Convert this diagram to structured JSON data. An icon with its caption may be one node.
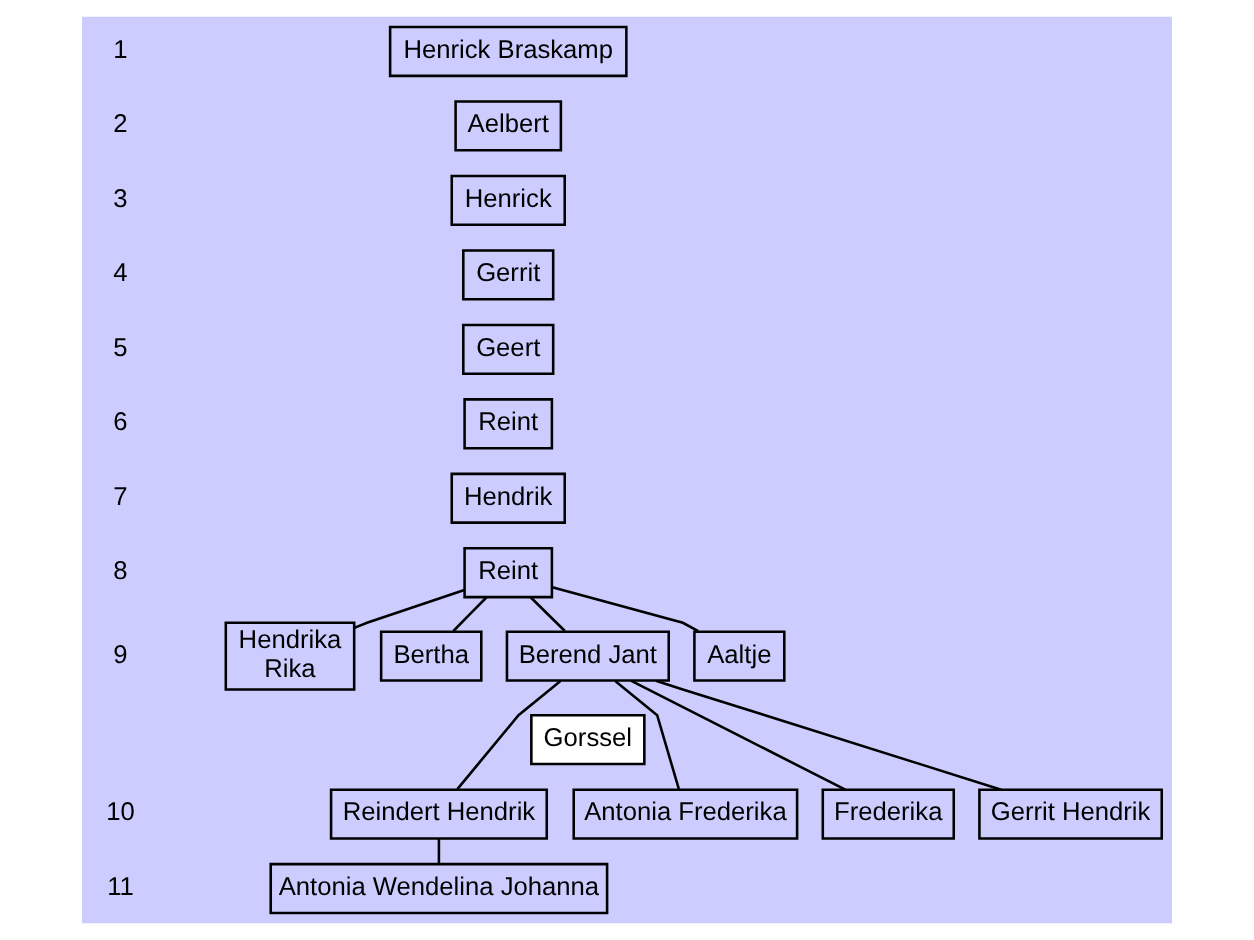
{
  "diagram": {
    "nodes": [
      {
        "text": [
          "Henrick Braskamp"
        ]
      },
      {
        "text": [
          "Aelbert"
        ]
      },
      {
        "text": [
          "Henrick"
        ]
      },
      {
        "text": [
          "Gerrit"
        ]
      },
      {
        "text": [
          "Geert"
        ]
      },
      {
        "text": [
          "Reint"
        ]
      },
      {
        "text": [
          "Hendrik"
        ]
      },
      {
        "text": [
          "Reint"
        ]
      },
      {
        "text": [
          "Hendrika Rika"
        ]
      },
      {
        "text": [
          "Bertha"
        ]
      },
      {
        "text": [
          "Berend Jant"
        ]
      },
      {
        "text": [
          "Aaltje"
        ]
      },
      {
        "text": [
          "Gorssel"
        ]
      },
      {
        "text": [
          "Reindert Hendrik"
        ]
      },
      {
        "text": [
          "Antonia Frederika"
        ]
      },
      {
        "text": [
          "Frederika"
        ]
      },
      {
        "text": [
          "Gerrit Hendrik"
        ]
      },
      {
        "text": [
          "Antonia Wendelina Johanna"
        ]
      }
    ],
    "edges": [
      {
        "from": 7,
        "to": 8,
        "arrow": "none"
      },
      {
        "from": 7,
        "to": 9,
        "arrow": "none"
      },
      {
        "from": 7,
        "to": 10,
        "arrow": "none"
      },
      {
        "from": 7,
        "to": 11,
        "arrow": "none"
      },
      {
        "from": 10,
        "to": 13,
        "arrow": "none"
      },
      {
        "from": 10,
        "to": 14,
        "arrow": "none"
      },
      {
        "from": 10,
        "to": 15,
        "arrow": "none"
      },
      {
        "from": 10,
        "to": 16,
        "arrow": "none"
      },
      {
        "from": 13,
        "to": 17,
        "arrow": "none"
      }
    ],
    "labels": [
      "1",
      "2",
      "3",
      "4",
      "5",
      "6",
      "7",
      "8",
      "9",
      "10",
      "11"
    ]
  }
}
